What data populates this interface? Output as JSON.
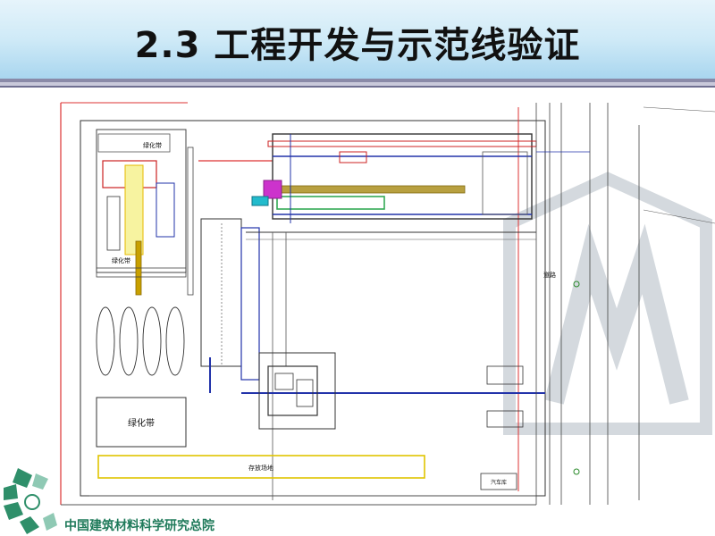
{
  "slide": {
    "title": "2.3 工程开发与示范线验证",
    "organization": "中国建筑材料科学研究总院"
  },
  "drawing_labels": {
    "storage_yard": "绿化带",
    "greenbelt_big": "绿化带",
    "greenbelt_left": "绿化带",
    "road_label": "道路",
    "gate": "汽车库",
    "bottom_strip": "存放场地"
  },
  "colors": {
    "header_top": "#e6f4fb",
    "header_bottom": "#a9d6ef",
    "org_text": "#1f7a5a",
    "logo_green": "#2f8f6a",
    "logo_light": "#8fc9b4"
  }
}
